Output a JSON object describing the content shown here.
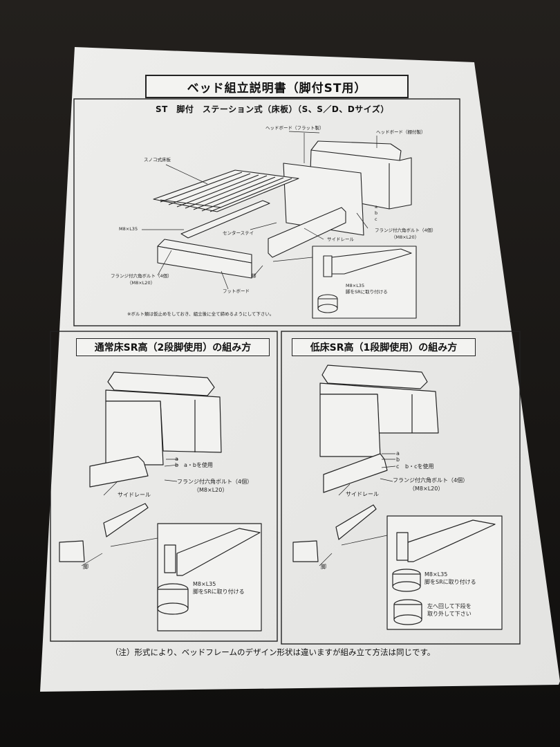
{
  "document": {
    "title": "ベッド組立説明書（脚付ST用）",
    "subtitle": "ST　脚付　ステーション式（床板）（S、S／D、Dサイズ）",
    "footnote": "（注）形式により、ベッドフレームのデザイン形状は違いますが組み立て方法は同じです。"
  },
  "main_diagram": {
    "labels": {
      "headboard_flat": "ヘッドボード（フラット製）",
      "headboard_shelf": "ヘッドボード（棚付製）",
      "slat_floor": "スノコ式床板",
      "bolt_m8_l35": "M8×L35",
      "center_stay": "センターステイ",
      "side_rail": "サイドレール",
      "flange_bolt": "フランジ付六角ボルト（4個）",
      "flange_bolt_size": "（M8×L20）",
      "flange_bolt_left": "フランジ付六角ボルト（4個）",
      "flange_bolt_left_size": "（M8×L20）",
      "footboard": "フットボード",
      "leg": "脚",
      "mark_a": "a",
      "mark_b": "b",
      "mark_c": "c",
      "detail_bolt": "M8×L35",
      "detail_attach": "脚をSRに取り付ける"
    },
    "note": "※ボルト類は仮止めをしておき、組立後に全て締めるようにして下さい。"
  },
  "section_left": {
    "title": "通常床SR高（2段脚使用）の組み方",
    "labels": {
      "mark_a": "a",
      "mark_b": "b",
      "ab_use": "a・bを使用",
      "flange_bolt": "フランジ付六角ボルト（4個）",
      "flange_bolt_size": "（M8×L20）",
      "side_rail": "サイドレール",
      "leg": "脚",
      "detail_bolt": "M8×L35",
      "detail_attach": "脚をSRに取り付ける"
    }
  },
  "section_right": {
    "title": "低床SR高（1段脚使用）の組み方",
    "labels": {
      "mark_a": "a",
      "mark_b": "b",
      "mark_c": "c",
      "bc_use": "b・cを使用",
      "flange_bolt": "フランジ付六角ボルト（4個）",
      "flange_bolt_size": "（M8×L20）",
      "side_rail": "サイドレール",
      "leg": "脚",
      "detail_bolt": "M8×L35",
      "detail_attach": "脚をSRに取り付ける",
      "detail_remove_1": "左へ回して下段を",
      "detail_remove_2": "取り外して下さい"
    }
  }
}
